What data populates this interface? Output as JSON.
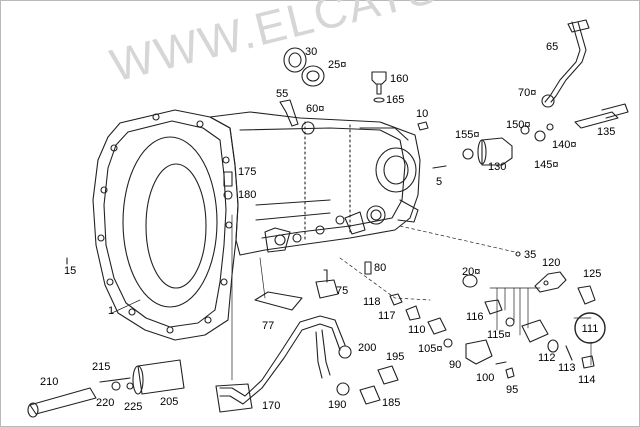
{
  "watermark": "WWW.ELCATS.RU",
  "diagram": {
    "subject": "transmission housing exploded parts diagram",
    "callouts": [
      "1",
      "5",
      "10",
      "15",
      "20¤",
      "25¤",
      "30",
      "35",
      "55",
      "60¤",
      "65",
      "70¤",
      "75",
      "77",
      "80",
      "90",
      "95",
      "100",
      "105¤",
      "110",
      "112",
      "113",
      "114",
      "115¤",
      "116",
      "117",
      "118",
      "120",
      "125",
      "130",
      "135",
      "140¤",
      "145¤",
      "150¤",
      "155¤",
      "160",
      "165",
      "170",
      "175",
      "180",
      "185",
      "190",
      "195",
      "200",
      "205",
      "210",
      "215",
      "220",
      "225"
    ],
    "group_callout": "111"
  }
}
